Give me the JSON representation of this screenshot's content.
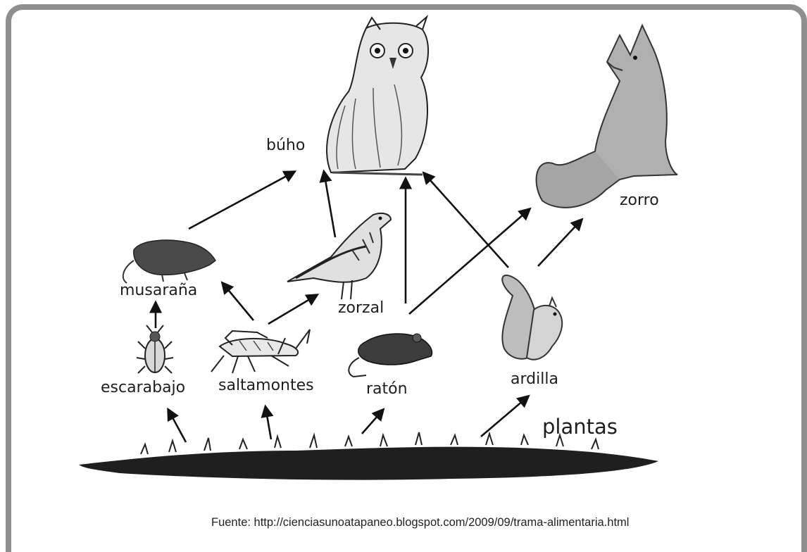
{
  "labels": {
    "owl": "búho",
    "fox": "zorro",
    "shrew": "musaraña",
    "thrush": "zorzal",
    "beetle": "escarabajo",
    "grasshopper": "saltamontes",
    "mouse": "ratón",
    "squirrel": "ardilla",
    "plants": "plantas"
  },
  "source": "Fuente: http://cienciasunoatapaneo.blogspot.com/2009/09/trama-alimentaria.html",
  "icons": [
    "owl-icon",
    "fox-icon",
    "shrew-icon",
    "thrush-icon",
    "beetle-icon",
    "grasshopper-icon",
    "mouse-icon",
    "squirrel-icon",
    "grass-icon"
  ],
  "colors": {
    "frame": "#8f8f8f",
    "ink": "#1e1e1e",
    "fur": "#9a9a9a"
  }
}
